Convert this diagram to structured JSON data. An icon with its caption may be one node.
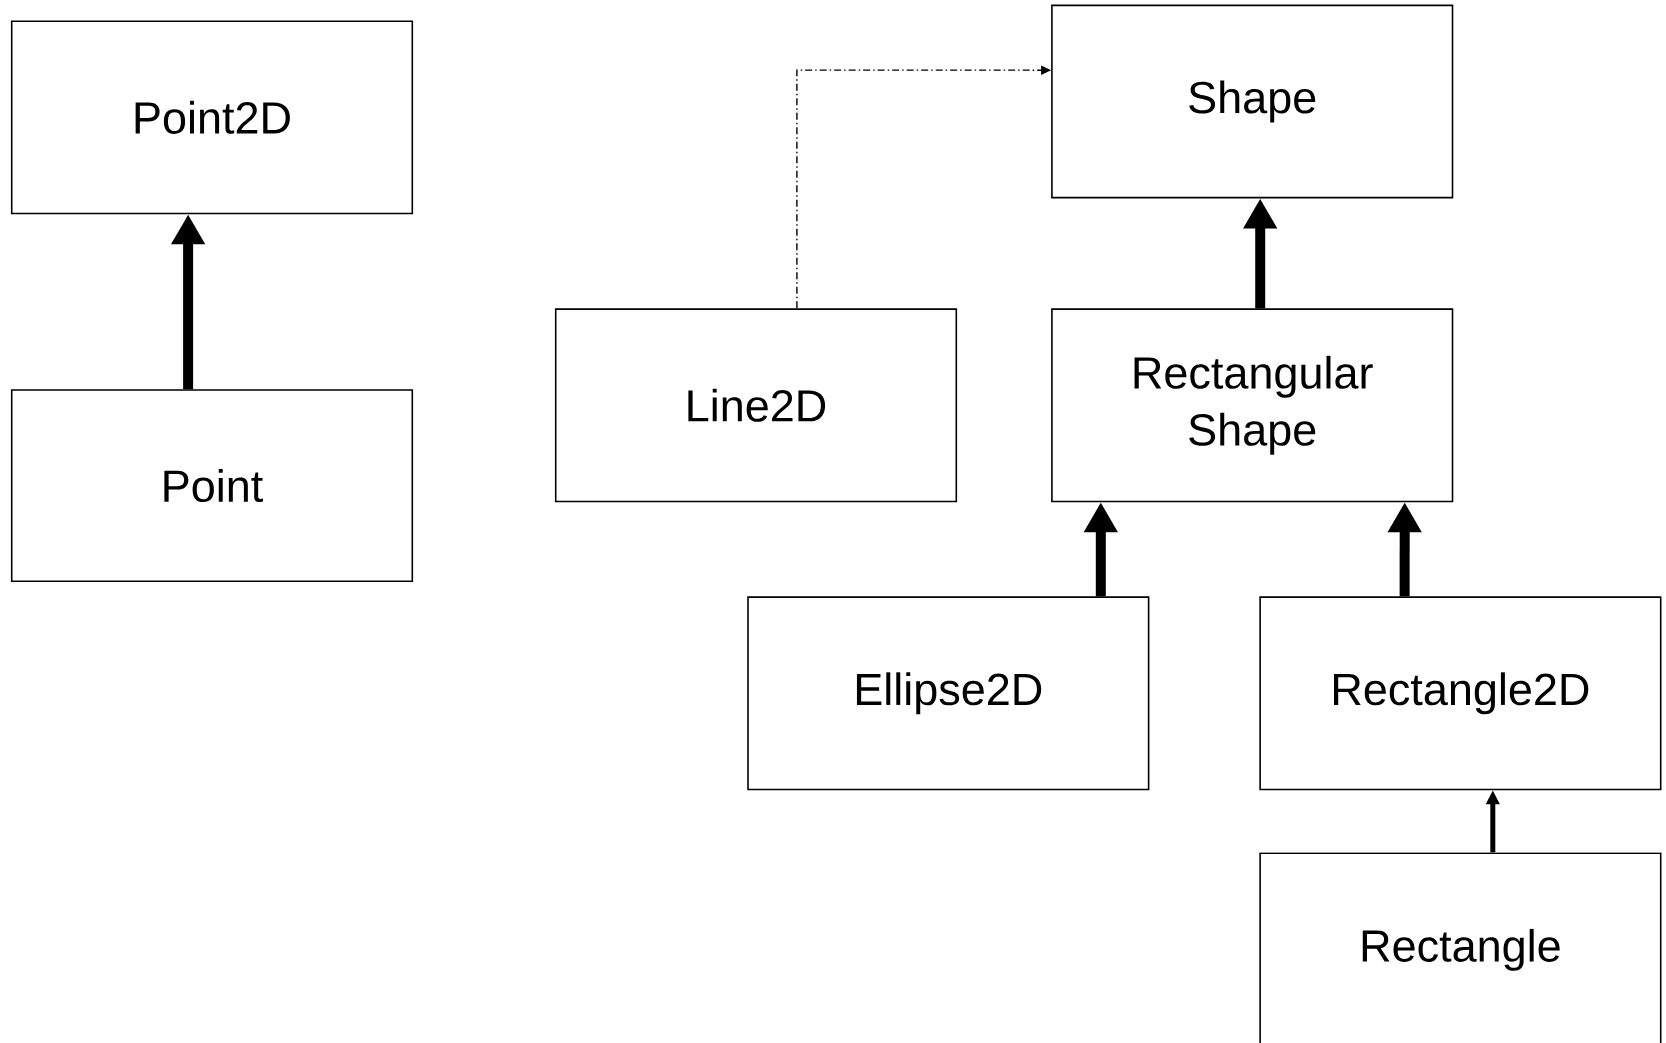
{
  "diagram": {
    "nodes": [
      {
        "text": [
          "Point2D"
        ]
      },
      {
        "text": [
          "Point"
        ]
      },
      {
        "text": [
          "Shape"
        ]
      },
      {
        "text": [
          "Line2D"
        ]
      },
      {
        "text": [
          "Rectangular Shape"
        ]
      },
      {
        "text": [
          "Ellipse2D"
        ]
      },
      {
        "text": [
          "Rectangle2D"
        ]
      },
      {
        "text": [
          "Rectangle"
        ]
      }
    ],
    "edges": [
      {
        "from": 1,
        "to": 0,
        "arrow": "to"
      },
      {
        "from": 3,
        "to": 2,
        "arrow": "to",
        "style": "dashed"
      },
      {
        "from": 4,
        "to": 2,
        "arrow": "to"
      },
      {
        "from": 5,
        "to": 4,
        "arrow": "to"
      },
      {
        "from": 6,
        "to": 4,
        "arrow": "to"
      },
      {
        "from": 7,
        "to": 6,
        "arrow": "to"
      }
    ]
  }
}
